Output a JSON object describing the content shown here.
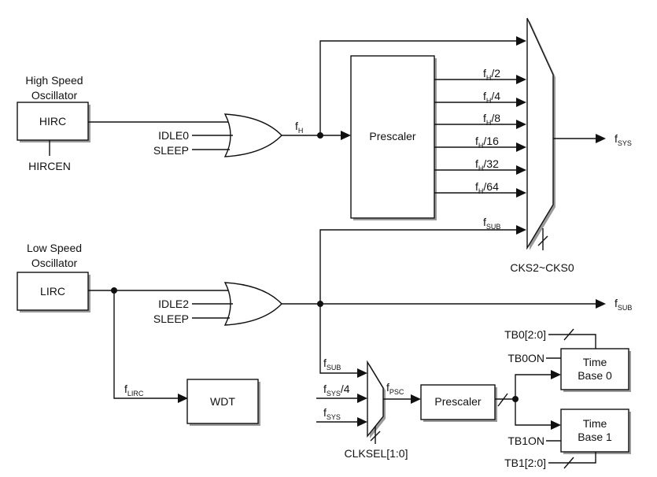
{
  "blocks": {
    "hirc": "HIRC",
    "lirc": "LIRC",
    "prescaler_main": "Prescaler",
    "prescaler_psc": "Prescaler",
    "wdt": "WDT",
    "timebase0": [
      "Time",
      "Base 0"
    ],
    "timebase1": [
      "Time",
      "Base 1"
    ]
  },
  "labels": {
    "high_speed_osc": [
      "High Speed",
      "Oscillator"
    ],
    "low_speed_osc": [
      "Low Speed",
      "Oscillator"
    ],
    "hircen": "HIRCEN",
    "idle0": "IDLE0",
    "sleep1": "SLEEP",
    "idle2": "IDLE2",
    "sleep2": "SLEEP",
    "cks": "CKS2~CKS0",
    "clksel": "CLKSEL[1:0]",
    "tb0_sel": "TB0[2:0]",
    "tb0on": "TB0ON",
    "tb1on": "TB1ON",
    "tb1_sel": "TB1[2:0]"
  },
  "signals": {
    "fh": {
      "main": "f",
      "sub": "H",
      "suffix": ""
    },
    "fh2": {
      "main": "f",
      "sub": "H",
      "suffix": "/2"
    },
    "fh4": {
      "main": "f",
      "sub": "H",
      "suffix": "/4"
    },
    "fh8": {
      "main": "f",
      "sub": "H",
      "suffix": "/8"
    },
    "fh16": {
      "main": "f",
      "sub": "H",
      "suffix": "/16"
    },
    "fh32": {
      "main": "f",
      "sub": "H",
      "suffix": "/32"
    },
    "fh64": {
      "main": "f",
      "sub": "H",
      "suffix": "/64"
    },
    "fsub_mux": {
      "main": "f",
      "sub": "SUB",
      "suffix": ""
    },
    "fsys_out": {
      "main": "f",
      "sub": "SYS",
      "suffix": ""
    },
    "fsub_out": {
      "main": "f",
      "sub": "SUB",
      "suffix": ""
    },
    "flirc": {
      "main": "f",
      "sub": "LIRC",
      "suffix": ""
    },
    "fsub_psc": {
      "main": "f",
      "sub": "SUB",
      "suffix": ""
    },
    "fsys4": {
      "main": "f",
      "sub": "SYS",
      "suffix": "/4"
    },
    "fsys_psc": {
      "main": "f",
      "sub": "SYS",
      "suffix": ""
    },
    "fpsc": {
      "main": "f",
      "sub": "PSC",
      "suffix": ""
    }
  }
}
